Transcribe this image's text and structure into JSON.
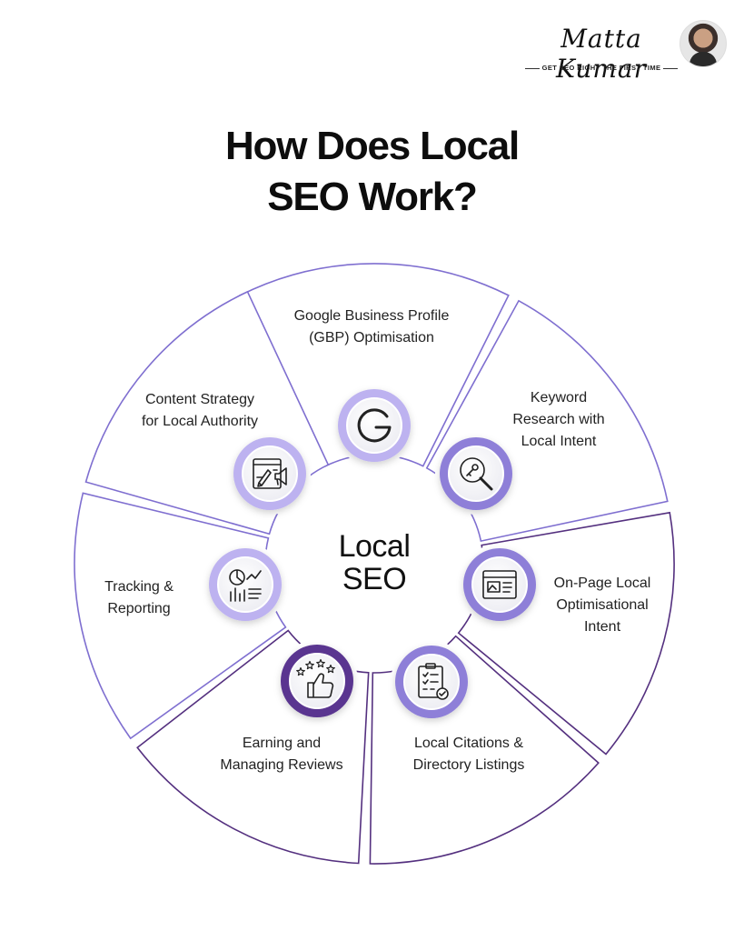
{
  "brand": {
    "name": "Matta Kumar",
    "tagline": "GET SEO RIGHT THE FIRST TIME"
  },
  "title": {
    "line1": "How Does Local",
    "line2": "SEO Work?"
  },
  "center": {
    "line1": "Local",
    "line2": "SEO"
  },
  "colors": {
    "outline": "#7f6fd0",
    "outline_dark": "#54307f",
    "badge_ring_light": "#bdb2f0",
    "badge_ring_mid": "#8e7fd8",
    "badge_ring_dark": "#5a3690"
  },
  "segments": [
    {
      "id": "gbp",
      "lines": [
        "Google Business Profile",
        "(GBP) Optimisation"
      ],
      "icon": "google-g-icon"
    },
    {
      "id": "keyword",
      "lines": [
        "Keyword",
        "Research with",
        "Local Intent"
      ],
      "icon": "magnifier-key-icon"
    },
    {
      "id": "onpage",
      "lines": [
        "On-Page Local",
        "Optimisational",
        "Intent"
      ],
      "icon": "webpage-icon"
    },
    {
      "id": "citations",
      "lines": [
        "Local Citations &",
        "Directory Listings"
      ],
      "icon": "checklist-clipboard-icon"
    },
    {
      "id": "reviews",
      "lines": [
        "Earning and",
        "Managing Reviews"
      ],
      "icon": "thumbs-up-stars-icon"
    },
    {
      "id": "tracking",
      "lines": [
        "Tracking &",
        "Reporting"
      ],
      "icon": "analytics-dashboard-icon"
    },
    {
      "id": "content",
      "lines": [
        "Content Strategy",
        "for Local Authority"
      ],
      "icon": "content-marketing-icon"
    }
  ]
}
